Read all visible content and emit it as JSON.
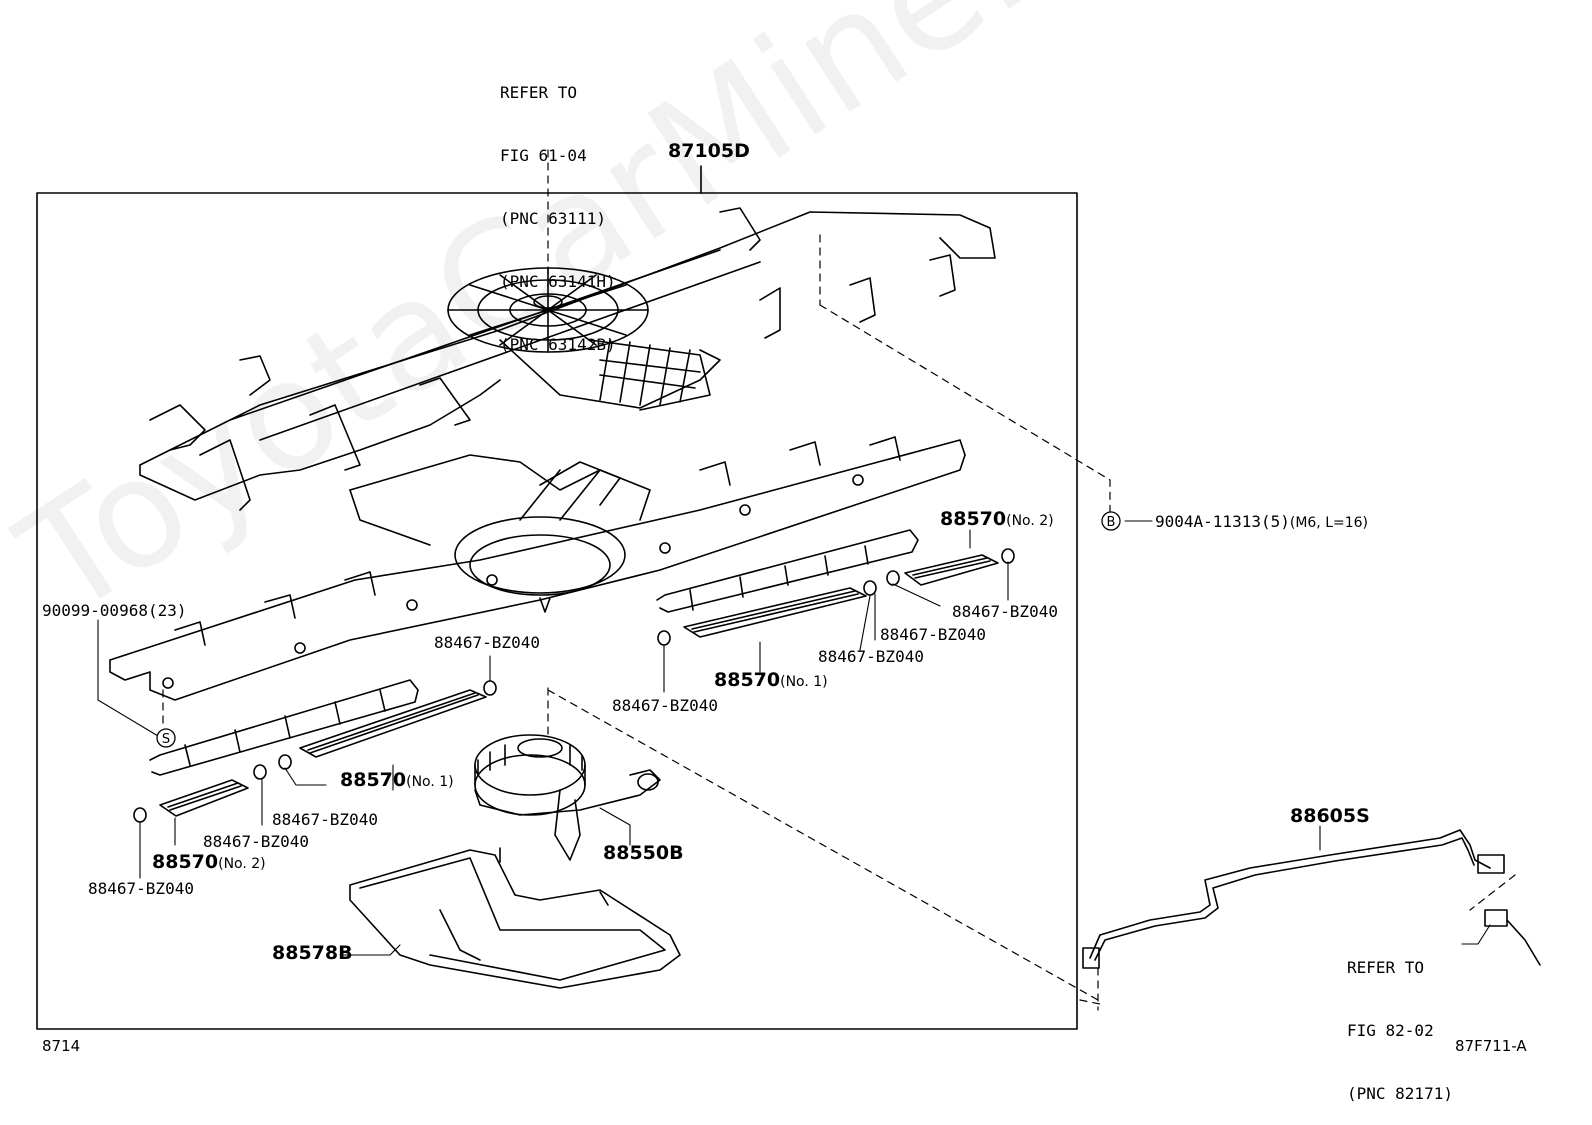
{
  "refer_top": {
    "line1": "REFER TO",
    "line2": "FIG 61-04",
    "line3": "(PNC 63111)",
    "line4": "(PNC 63141H)",
    "line5": "(PNC 63142B)"
  },
  "assembly_label": "87105D",
  "labels": {
    "bolt_9004A": "9004A-11313(5)",
    "bolt_9004A_suffix": "(M6, L=16)",
    "screw_90099": "90099-00968(23)",
    "p88570_no2_upper": "88570",
    "p88570_no2_upper_suffix": "(No. 2)",
    "p88570_no1_upper": "88570",
    "p88570_no1_upper_suffix": "(No. 1)",
    "p88570_no1_lower": "88570",
    "p88570_no1_lower_suffix": "(No. 1)",
    "p88570_no2_lower": "88570",
    "p88570_no2_lower_suffix": "(No. 2)",
    "clip_a": "88467-BZ040",
    "clip_b": "88467-BZ040",
    "clip_c": "88467-BZ040",
    "clip_d": "88467-BZ040",
    "clip_e": "88467-BZ040",
    "clip_f": "88467-BZ040",
    "clip_g": "88467-BZ040",
    "clip_h": "88467-BZ040",
    "blower": "88550B",
    "tray": "88578B",
    "harness": "88605S"
  },
  "symbols": {
    "b_marker": "B",
    "s_marker": "S"
  },
  "refer_right": {
    "line1": "REFER TO",
    "line2": "FIG 82-02",
    "line3": "(PNC 82171)"
  },
  "watermark": "ToyotaCarMine.ru",
  "footer": {
    "left": "8714",
    "right": "87F711-A"
  }
}
